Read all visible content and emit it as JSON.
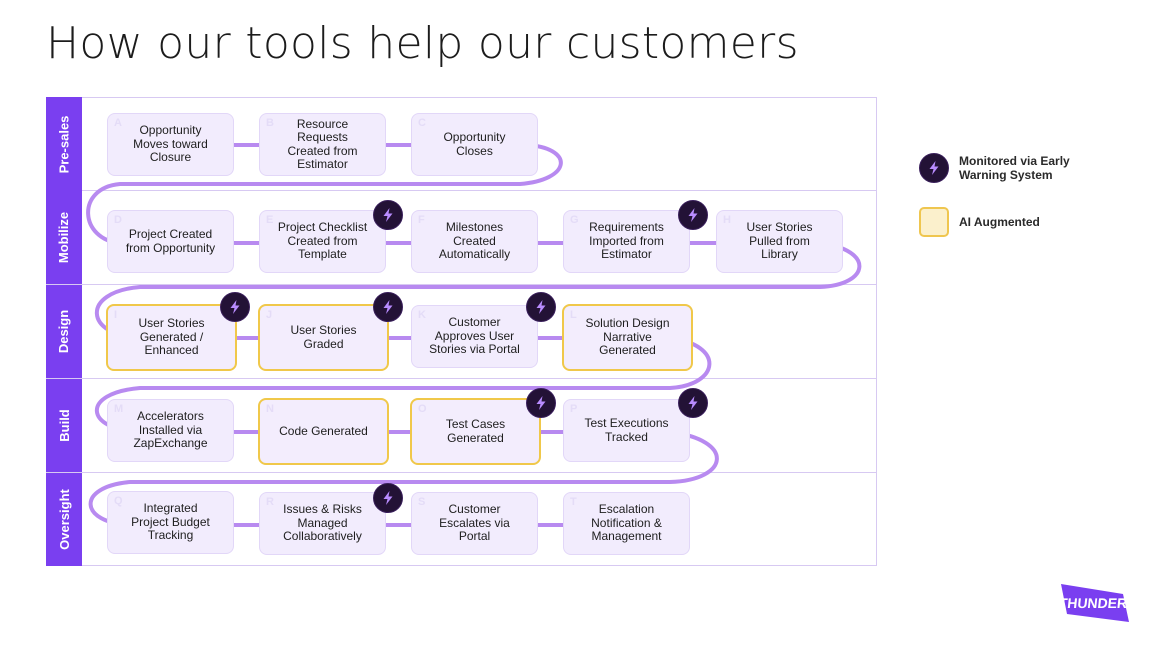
{
  "title": "How our tools help our customers",
  "lanes": [
    {
      "label": "Pre-sales"
    },
    {
      "label": "Mobilize"
    },
    {
      "label": "Design"
    },
    {
      "label": "Build"
    },
    {
      "label": "Oversight"
    }
  ],
  "steps": [
    {
      "letter": "A",
      "text": "Opportunity\nMoves toward\nClosure",
      "ai": false,
      "monitored": false
    },
    {
      "letter": "B",
      "text": "Resource\nRequests\nCreated from\nEstimator",
      "ai": false,
      "monitored": false
    },
    {
      "letter": "C",
      "text": "Opportunity\nCloses",
      "ai": false,
      "monitored": false
    },
    {
      "letter": "D",
      "text": "Project Created\nfrom Opportunity",
      "ai": false,
      "monitored": false
    },
    {
      "letter": "E",
      "text": "Project Checklist\nCreated from\nTemplate",
      "ai": false,
      "monitored": true
    },
    {
      "letter": "F",
      "text": "Milestones\nCreated\nAutomatically",
      "ai": false,
      "monitored": false
    },
    {
      "letter": "G",
      "text": "Requirements\nImported from\nEstimator",
      "ai": false,
      "monitored": true
    },
    {
      "letter": "H",
      "text": "User Stories\nPulled from\nLibrary",
      "ai": false,
      "monitored": false
    },
    {
      "letter": "I",
      "text": "User Stories\nGenerated /\nEnhanced",
      "ai": true,
      "monitored": true
    },
    {
      "letter": "J",
      "text": "User Stories\nGraded",
      "ai": true,
      "monitored": true
    },
    {
      "letter": "K",
      "text": "Customer\nApproves User\nStories via Portal",
      "ai": false,
      "monitored": true
    },
    {
      "letter": "L",
      "text": "Solution Design\nNarrative\nGenerated",
      "ai": true,
      "monitored": false
    },
    {
      "letter": "M",
      "text": "Accelerators\nInstalled via\nZapExchange",
      "ai": false,
      "monitored": false
    },
    {
      "letter": "N",
      "text": "Code Generated",
      "ai": true,
      "monitored": false
    },
    {
      "letter": "O",
      "text": "Test Cases\nGenerated",
      "ai": true,
      "monitored": true
    },
    {
      "letter": "P",
      "text": "Test Executions\nTracked",
      "ai": false,
      "monitored": true
    },
    {
      "letter": "Q",
      "text": "Integrated\nProject Budget\nTracking",
      "ai": false,
      "monitored": false
    },
    {
      "letter": "R",
      "text": "Issues & Risks\nManaged\nCollaboratively",
      "ai": false,
      "monitored": true
    },
    {
      "letter": "S",
      "text": "Customer\nEscalates via\nPortal",
      "ai": false,
      "monitored": false
    },
    {
      "letter": "T",
      "text": "Escalation\nNotification &\nManagement",
      "ai": false,
      "monitored": false
    }
  ],
  "legend": {
    "monitored": "Monitored via Early\nWarning System",
    "ai": "AI Augmented"
  },
  "logo_text": "THUNDER",
  "colors": {
    "accent": "#7a3ff0",
    "wire": "#b88af0",
    "box_fill": "#f2ecfd",
    "ai_border": "#f0c84a",
    "badge": "#231236"
  },
  "icons": {
    "badge": "lightning-badge-icon",
    "logo": "thunder-logo"
  }
}
